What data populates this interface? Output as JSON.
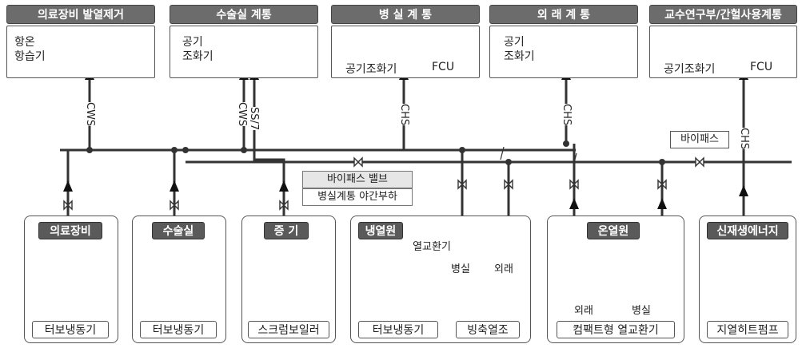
{
  "systems": [
    {
      "title": "의료장비 발열제거",
      "equip": "항온\n항습기"
    },
    {
      "title": "수술실 계통",
      "equip": "공기\n조화기"
    },
    {
      "title": "병 실 계 통",
      "equip_a": "공기조화기",
      "equip_b": "FCU"
    },
    {
      "title": "외 래 계 통",
      "equip": "공기\n조화기"
    },
    {
      "title": "교수연구부/간헐사용계통",
      "equip_a": "공기조화기",
      "equip_b": "FCU"
    }
  ],
  "pipes": {
    "cws1": "CWS",
    "cws2": "CWS",
    "ss": "SS/7",
    "chs1": "CHS",
    "chs2": "CHS",
    "chs3": "CHS"
  },
  "bypass_label": "바이패스",
  "bypass_valve": "바이패스 밸브",
  "night_load": "병실계통 야간부하",
  "sources": [
    {
      "title": "의료장비",
      "foot": "터보냉동기"
    },
    {
      "title": "수술실",
      "foot": "터보냉동기"
    },
    {
      "title": "증 기",
      "foot": "스크럼보일러"
    },
    {
      "title": "냉열원",
      "foot_a": "터보냉동기",
      "foot_b": "빙축열조",
      "hx_label": "열교환기",
      "hx_a": "병실",
      "hx_b": "외래"
    },
    {
      "title": "온열원",
      "foot": "컴팩트형 열교환기",
      "sub_a": "외래",
      "sub_b": "병실"
    },
    {
      "title": "신재생에너지",
      "foot": "지열히트펌프"
    }
  ]
}
